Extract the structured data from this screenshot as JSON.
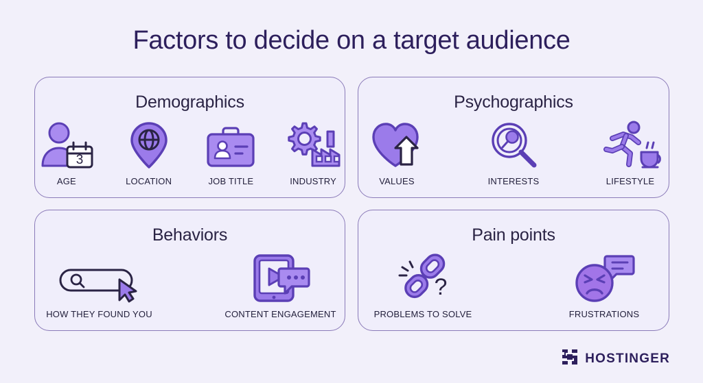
{
  "title": "Factors to decide on a target audience",
  "colors": {
    "background": "#f2f0fa",
    "card_fill": "#f0eefb",
    "card_border": "#8a7ab8",
    "title_text": "#2d1f5c",
    "label_text": "#23203c",
    "icon_fill": "#9b7bea",
    "icon_fill_light": "#a98bf0",
    "icon_stroke": "#5b3fb5",
    "icon_dark": "#2a2344"
  },
  "cards": [
    {
      "id": "demographics",
      "title": "Demographics",
      "items": [
        {
          "label": "AGE",
          "icon": "person-calendar-icon"
        },
        {
          "label": "LOCATION",
          "icon": "map-pin-globe-icon"
        },
        {
          "label": "JOB TITLE",
          "icon": "briefcase-id-icon"
        },
        {
          "label": "INDUSTRY",
          "icon": "gear-factory-icon"
        }
      ]
    },
    {
      "id": "psychographics",
      "title": "Psychographics",
      "items": [
        {
          "label": "VALUES",
          "icon": "heart-arrow-up-icon"
        },
        {
          "label": "INTERESTS",
          "icon": "magnifying-glass-icon"
        },
        {
          "label": "LIFESTYLE",
          "icon": "runner-coffee-icon"
        }
      ]
    },
    {
      "id": "behaviors",
      "title": "Behaviors",
      "items": [
        {
          "label": "HOW THEY FOUND YOU",
          "icon": "search-bar-cursor-icon"
        },
        {
          "label": "CONTENT ENGAGEMENT",
          "icon": "tablet-play-chat-icon"
        }
      ]
    },
    {
      "id": "painpoints",
      "title": "Pain points",
      "items": [
        {
          "label": "PROBLEMS TO SOLVE",
          "icon": "broken-chain-question-icon"
        },
        {
          "label": "FRUSTRATIONS",
          "icon": "angry-face-speech-icon"
        }
      ]
    }
  ],
  "calendar_day": "3",
  "logo": {
    "mark": "hostinger-h-mark",
    "text": "HOSTINGER"
  }
}
